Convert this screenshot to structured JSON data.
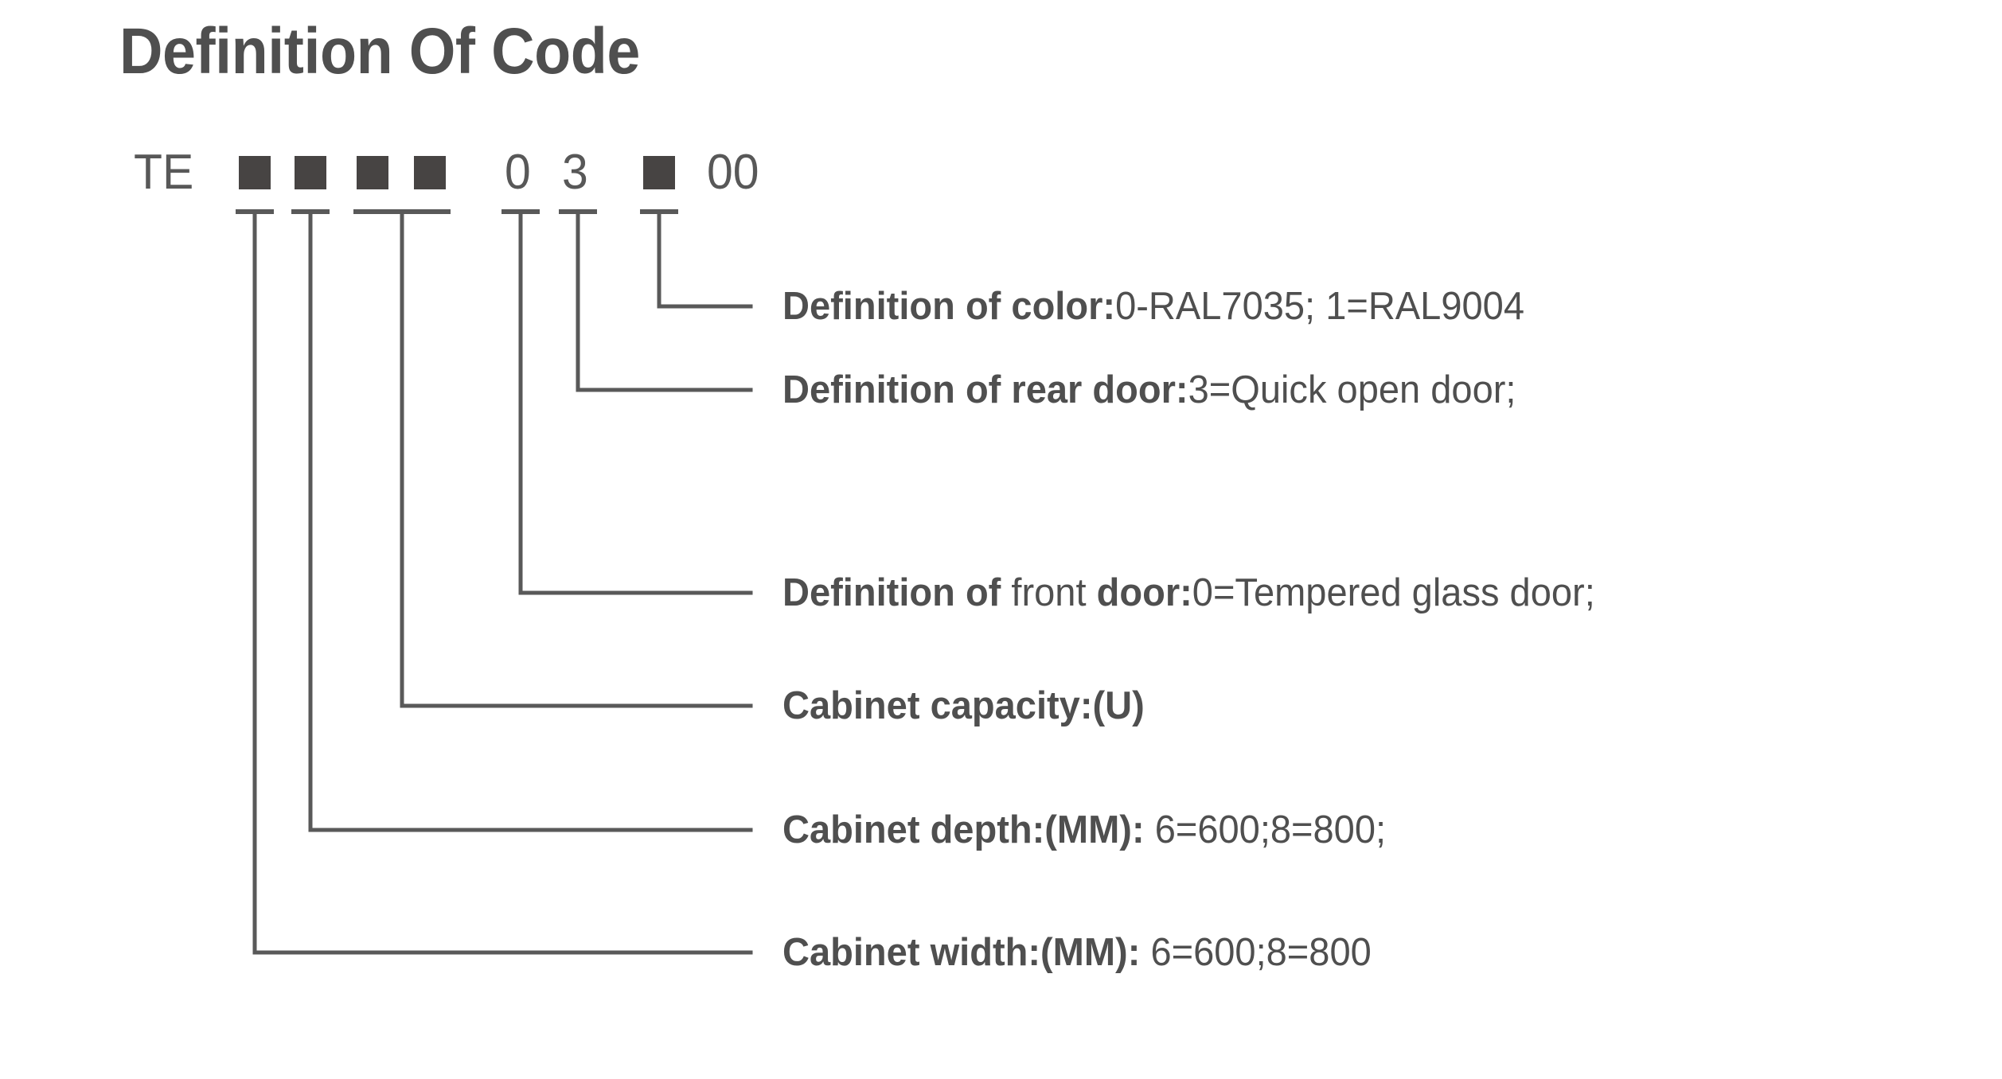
{
  "page": {
    "title": "Definition Of Code",
    "background_color": "#ffffff",
    "text_color": "#4f4f4f",
    "mark_color": "#474443",
    "line_color": "#595959"
  },
  "code": {
    "prefix": "TE",
    "characters": [
      {
        "type": "square",
        "value": "■",
        "name": "cabinet-width-slot"
      },
      {
        "type": "square",
        "value": "■",
        "name": "cabinet-depth-slot"
      },
      {
        "type": "square",
        "value": "■",
        "name": "cabinet-capacity-slot-1"
      },
      {
        "type": "square",
        "value": "■",
        "name": "cabinet-capacity-slot-2"
      },
      {
        "type": "digit",
        "value": "0",
        "name": "front-door-digit"
      },
      {
        "type": "digit",
        "value": "3",
        "name": "rear-door-digit"
      },
      {
        "type": "square",
        "value": "■",
        "name": "color-slot"
      },
      {
        "type": "digit",
        "value": "00",
        "name": "trailing-zeros"
      }
    ],
    "full_code": "TE ■■■■ 03 ■ 00"
  },
  "legend": [
    {
      "id": "color",
      "bold": "Definition of color:",
      "normal": "0-RAL7035; 1=RAL9004"
    },
    {
      "id": "rear-door",
      "bold": "Definition of rear door:",
      "normal": "3=Quick open door;"
    },
    {
      "id": "front-door",
      "bold1": "Definition of ",
      "light": "front ",
      "bold2": "door:",
      "normal": "0=Tempered glass door;"
    },
    {
      "id": "capacity",
      "bold": "Cabinet capacity:(U)",
      "normal": ""
    },
    {
      "id": "depth",
      "bold": "Cabinet depth:(MM): ",
      "normal": "6=600;8=800;"
    },
    {
      "id": "width",
      "bold": "Cabinet width:(MM): ",
      "normal": "6=600;8=800"
    }
  ]
}
